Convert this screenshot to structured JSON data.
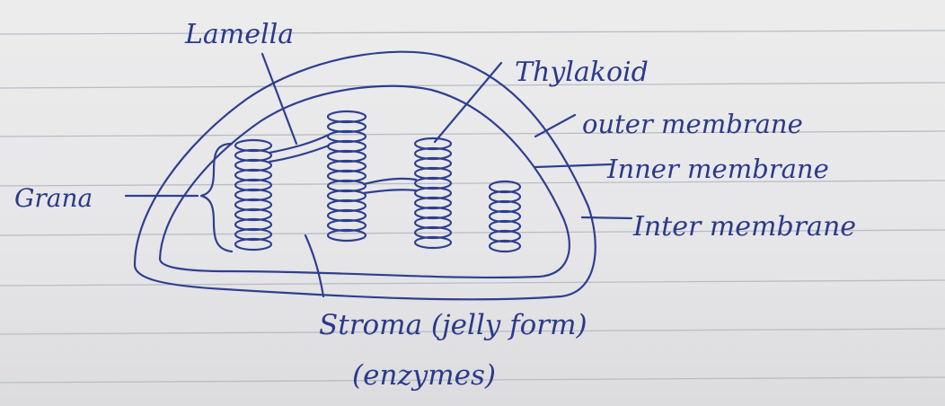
{
  "diagram": {
    "labels": {
      "lamella": "Lamella",
      "thylakoid": "Thylakoid",
      "outer_membrane": "outer membrane",
      "inner_membrane": "Inner membrane",
      "inter_membrane": "Inter membrane",
      "grana": "Grana",
      "stroma": "Stroma (jelly form)",
      "enzymes": "(enzymes)"
    },
    "colors": {
      "ink": "#2e3f8f",
      "paper": "#e9e9ea",
      "ruling": "#b9bcc6"
    }
  }
}
